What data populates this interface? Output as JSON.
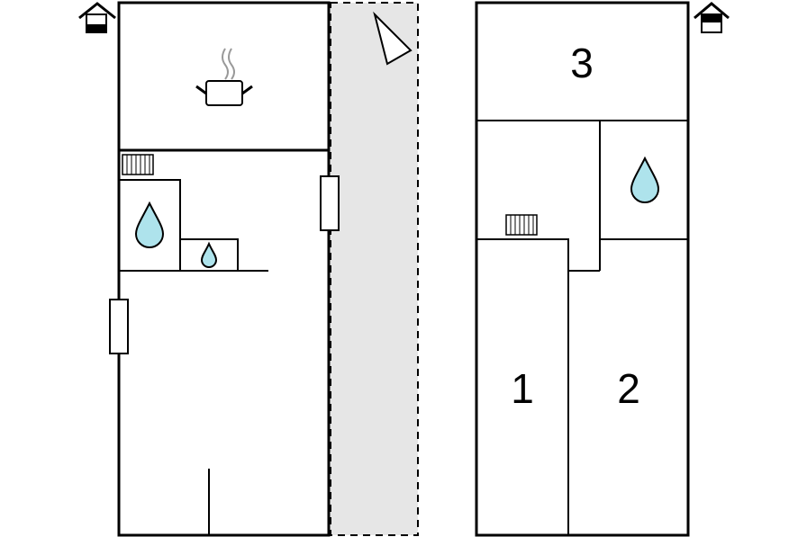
{
  "plan": {
    "ground_floor": {
      "icons": [
        "house-ground-floor-icon",
        "kitchen-pot-icon",
        "radiator-icon",
        "bathroom-drop-icon",
        "washroom-drop-icon",
        "door-icon"
      ],
      "terrace": "terrace-area",
      "north": "north-arrow-icon"
    },
    "upper_floor": {
      "icons": [
        "house-upper-floor-icon",
        "radiator-icon",
        "bathroom-drop-icon"
      ],
      "rooms": [
        {
          "label": "3"
        },
        {
          "label": "1"
        },
        {
          "label": "2"
        }
      ]
    },
    "colors": {
      "wall": "#000000",
      "terrace": "#e6e6e6",
      "water": "#aee3ec"
    }
  }
}
